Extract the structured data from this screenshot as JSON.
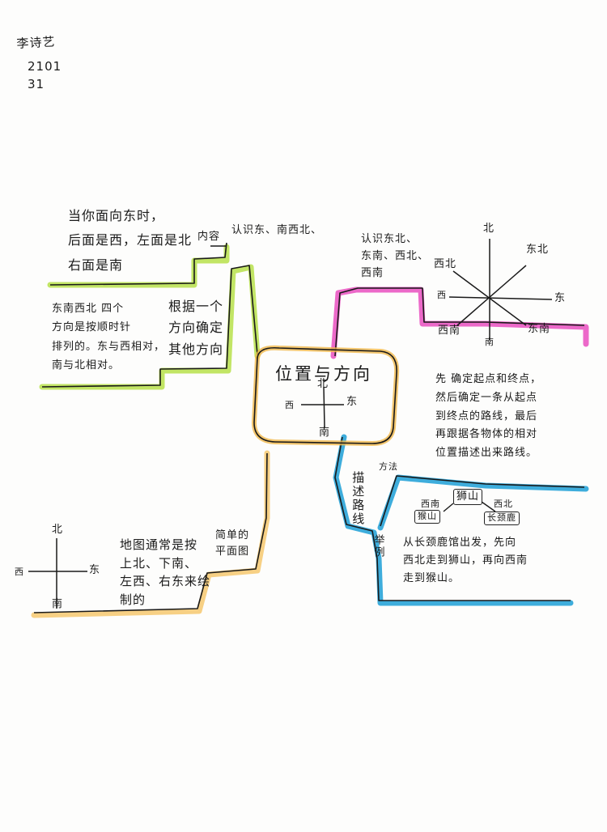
{
  "author": {
    "name": "李诗艺",
    "class_no": "2101",
    "seat_no": "31"
  },
  "colors": {
    "green": "#b7e04a",
    "pink": "#e94fc0",
    "blue": "#1c9fd6",
    "orange": "#f6c86e",
    "ink": "#1a1a1a"
  },
  "center": {
    "title": "位置与方向",
    "compass": {
      "north": "北",
      "east": "东",
      "west": "西",
      "south": "南"
    }
  },
  "branch_recognize_four": {
    "label": "认识东、南西北、",
    "content_label": "内容",
    "content_text": "当你面向东时，\n后面是西，左面是北\n右面是南",
    "order_text": "东南西北 四个\n方向是按顺时针\n排列的。东与西相对，\n南与北相对。",
    "other_text": "根据一个\n方向确定\n其他方向"
  },
  "branch_recognize_eight": {
    "label": "认识东北、\n东南、西北、\n西南",
    "compass": {
      "north": "北",
      "northeast": "东北",
      "east": "东",
      "southeast": "东南",
      "south": "南",
      "southwest": "西南",
      "west": "西",
      "northwest": "西北"
    }
  },
  "branch_route": {
    "label": "描述路线",
    "method_label": "方法",
    "method_text": "先 确定起点和终点，\n然后确定一条从起点\n到终点的路线，最后\n再跟据各物体的相对\n位置描述出来路线。",
    "example_label": "举例",
    "example_text": "从长颈鹿馆出发，先向\n西北走到狮山，再向西南\n走到猴山。",
    "map": {
      "lion": "狮山",
      "monkey": "猴山",
      "giraffe": "长颈鹿",
      "dir_sw": "西南",
      "dir_nw": "西北"
    }
  },
  "branch_plan": {
    "label": "简单的\n平面图",
    "text": "地图通常是按\n上北、下南、\n左西、右东来绘\n制的",
    "compass": {
      "north": "北",
      "east": "东",
      "west": "西",
      "south": "南"
    }
  }
}
